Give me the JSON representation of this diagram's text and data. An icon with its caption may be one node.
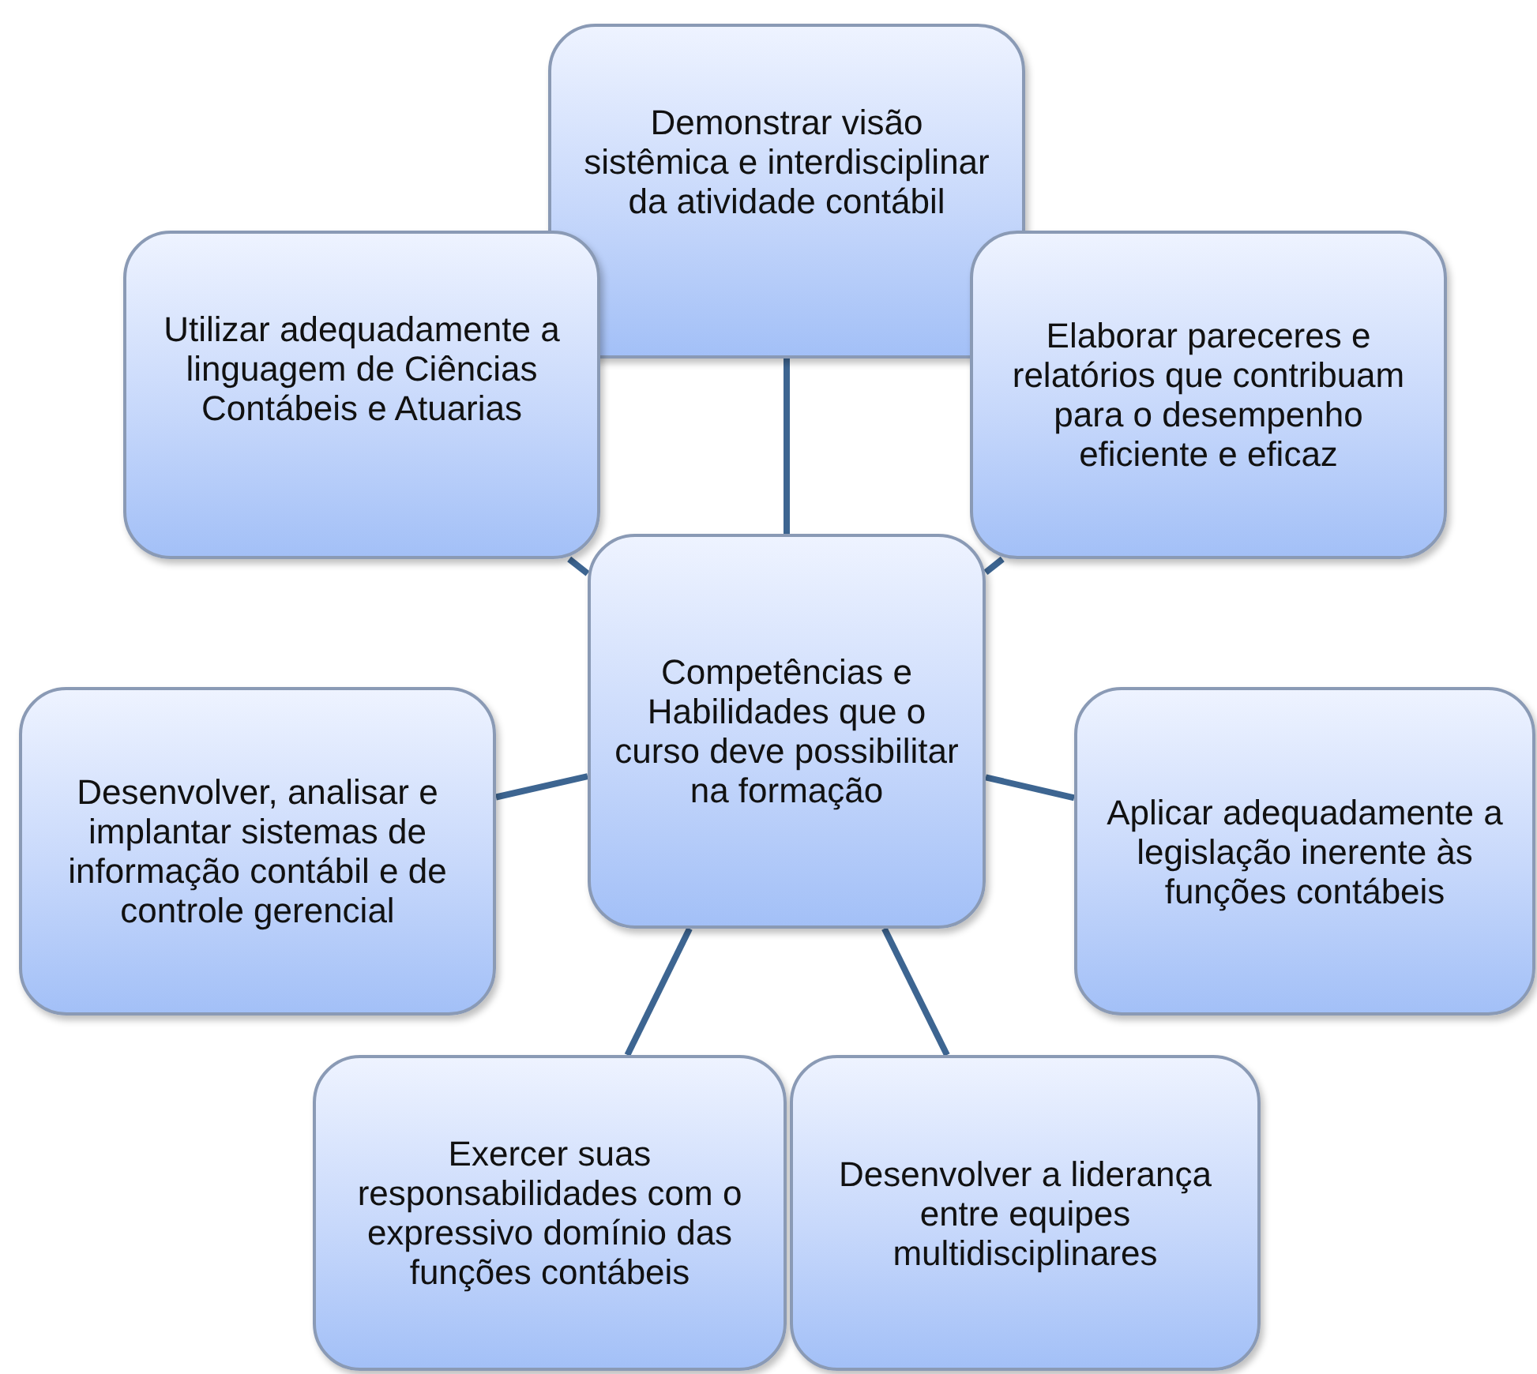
{
  "diagram": {
    "nodes": [
      {
        "text": [
          "Demonstrar visão sistêmica e interdisciplinar da atividade contábil"
        ]
      },
      {
        "text": [
          "Utilizar adequadamente a linguagem de Ciências Contábeis e Atuarias"
        ]
      },
      {
        "text": [
          "Elaborar pareceres e relatórios que contribuam para o desempenho eficiente e eficaz"
        ]
      },
      {
        "text": [
          "Competências e Habilidades que o curso deve possibilitar na formação"
        ]
      },
      {
        "text": [
          "Desenvolver, analisar e implantar sistemas de informação contábil e de controle gerencial"
        ]
      },
      {
        "text": [
          "Aplicar adequadamente a legislação inerente às funções contábeis"
        ]
      },
      {
        "text": [
          "Exercer suas responsabilidades com o expressivo domínio das funções contábeis"
        ]
      },
      {
        "text": [
          "Desenvolver a liderança entre equipes multidisciplinares"
        ]
      }
    ],
    "edges": [
      {
        "from": 3,
        "to": 0,
        "arrow": "none"
      },
      {
        "from": 3,
        "to": 1,
        "arrow": "none"
      },
      {
        "from": 3,
        "to": 2,
        "arrow": "none"
      },
      {
        "from": 3,
        "to": 4,
        "arrow": "none"
      },
      {
        "from": 3,
        "to": 5,
        "arrow": "none"
      },
      {
        "from": 3,
        "to": 6,
        "arrow": "none"
      },
      {
        "from": 3,
        "to": 7,
        "arrow": "none"
      }
    ]
  }
}
